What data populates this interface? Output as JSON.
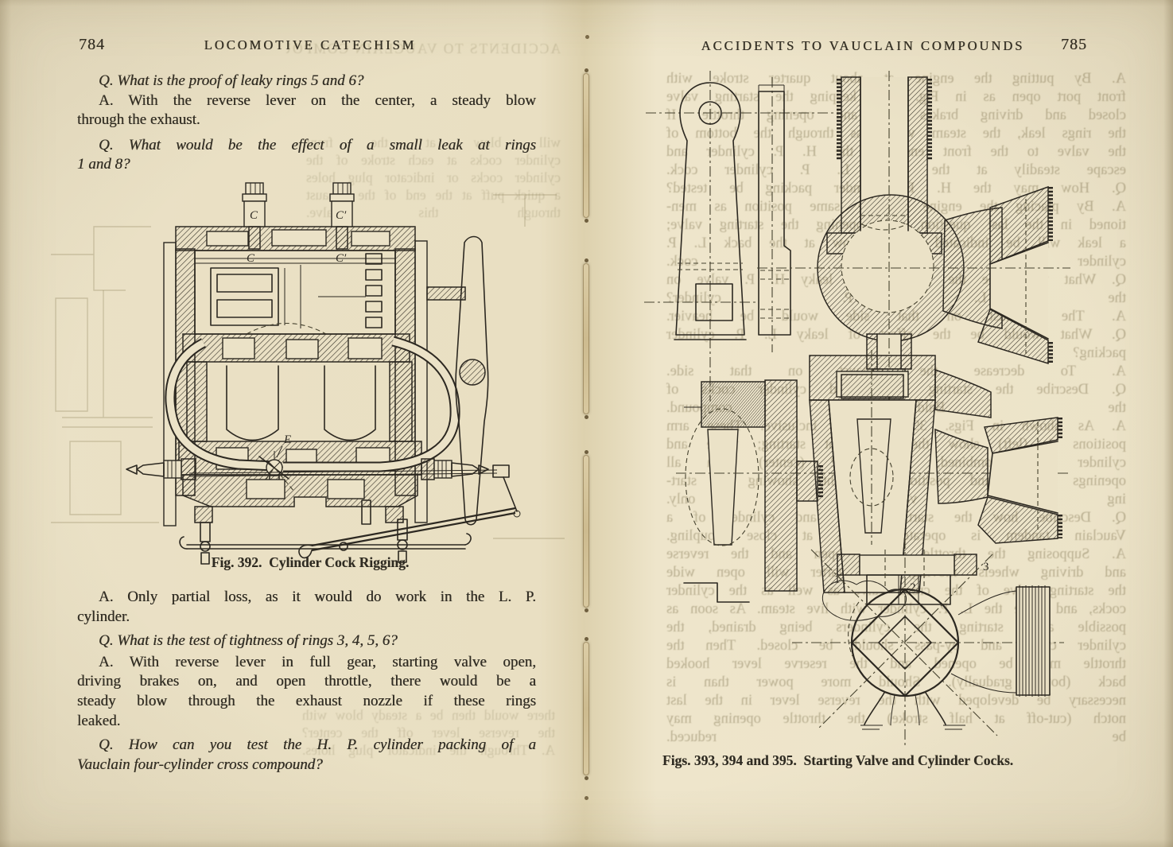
{
  "book": {
    "left_page": {
      "page_number": "784",
      "running_head": "LOCOMOTIVE CATECHISM",
      "body_top": [
        {
          "t": "Q. What is the proof of leaky rings 5 and 6?",
          "cls": "indent italic end"
        },
        {
          "t": "A. With the reverse lever on the center, a steady blow",
          "cls": "indent"
        },
        {
          "t": "through the exhaust.",
          "cls": "end"
        },
        {
          "t": "Q. What would be the effect of a small leak at rings",
          "cls": "indent italic gap7"
        },
        {
          "t": "1 and 8?",
          "cls": "italic end"
        }
      ],
      "figure_caption": "Fig. 392. Cylinder Cock Rigging.",
      "body_bottom": [
        {
          "t": "A. Only partial loss, as it would do work in the L. P.",
          "cls": "indent"
        },
        {
          "t": "cylinder.",
          "cls": "end"
        },
        {
          "t": "Q. What is the test of tightness of rings 3, 4, 5, 6?",
          "cls": "indent italic end gap6"
        },
        {
          "t": "A. With reverse lever in full gear, starting valve open,",
          "cls": "indent gap2"
        },
        {
          "t": "driving brakes on, and open throttle, there would be a",
          "cls": ""
        },
        {
          "t": "steady blow through the exhaust nozzle if these rings",
          "cls": ""
        },
        {
          "t": "leaked.",
          "cls": "end"
        },
        {
          "t": "Q. How can you test the H. P. cylinder packing of a",
          "cls": "indent italic gap6"
        },
        {
          "t": "Vauclain four-cylinder cross compound?",
          "cls": "italic end"
        }
      ],
      "figure_labels": {
        "valve_top_left": "C",
        "valve_top_right": "C′",
        "valve_inner_left": "C",
        "valve_inner_right": "C′",
        "cock_label": "E"
      },
      "ghost_header": "ACCIDENTS TO VAUCLAIN COMPOUNDS",
      "ghost_top": [
        "will blow at the front",
        "cylinder cocks at each stroke of the",
        "cylinder cocks or indicator plug holes",
        "a quick puff at the end of the exhaust",
        "through this valve."
      ],
      "ghost_bottom": [
        "there would then be a steady blow with",
        "the reverse lever off the center?",
        "A. Through the indicator plug holes."
      ]
    },
    "right_page": {
      "page_number": "785",
      "running_head": "ACCIDENTS TO VAUCLAIN COMPOUNDS",
      "figure_caption": "Figs. 393, 394 and 395. Starting Valve and Cylinder Cocks.",
      "figure_labels": {
        "pos1": "1",
        "pos2": "2",
        "pos3": "3"
      },
      "ghost_lines": [
        "A. By putting the engine at about quarter stroke with",
        "front port open as in Fig. 390, keeping the starting valve",
        "closed and driving brakes on, and opening throttle.  If",
        "the rings leak, the steam will pass through the bottom of",
        "the valve to the front end of the H. P. cylinder and",
        "escape steadily at the front L. P. cylinder cock.",
        "Q. How may the H. P. cylinder packing be tested?",
        "A. By placing the engine in the same position as men-",
        "tioned in the last question, but opening the starting valve;",
        "a leak will be indicated by a blow at the back L. P.",
        "cylinder cock.",
        "Q. What would be the effect of a leaky H. P. valve on",
        "the L. P. cylinder?",
        "A. The exhaust on that side would be heavier.",
        "Q. What would be the effect of leaky L. P. cylinder",
        "packing?",
        "A. To decrease the exhaust on that side.",
        "Q. Describe the starting valve and cylinder cocks of",
        "the Baldwin compound.",
        "A. As shown in Figs. 393 to 395 inclusive.  These arm",
        "positions 1 (left) show the device at starting; valve and",
        "cylinder cock combined; position 2 (center) with all",
        "openings closed; and position 3 (right) showing in start-",
        "ing valve only.",
        "Q. Describe how the starting valve and cylinder of a",
        "Vauclain tandem is operated when at close coupling.",
        "A. Supposing the throttle barely open and the reverse",
        "and driving wheels moving, the starter will open wide",
        "the starting valve of the cross valve as well as the cylinder",
        "cocks, and drive the L. P. cylinder with live steam.  As soon as",
        "possible after starting, the cylinders being drained, the",
        "cylinder cocks and by-pass should be closed.  Then the",
        "throttle may be opened and the reserve lever hooked",
        "back (both gradually).  Should more power than is",
        "necessary be developed with the reverse lever in the last",
        "notch (cut-off at half stroke) the throttle opening may",
        "be reduced."
      ]
    },
    "binding": {
      "stitches": [
        {
          "cls": "s1"
        },
        {
          "cls": "s2"
        },
        {
          "cls": "s3"
        },
        {
          "cls": "s4"
        }
      ]
    }
  },
  "colors": {
    "paper": "#eae1c6",
    "ink": "#2c2821",
    "ghost_ink": "rgba(116,104,68,0.42)",
    "stitch_thread": "#d3c298",
    "gutter_shadow": "#ddd1ae"
  }
}
